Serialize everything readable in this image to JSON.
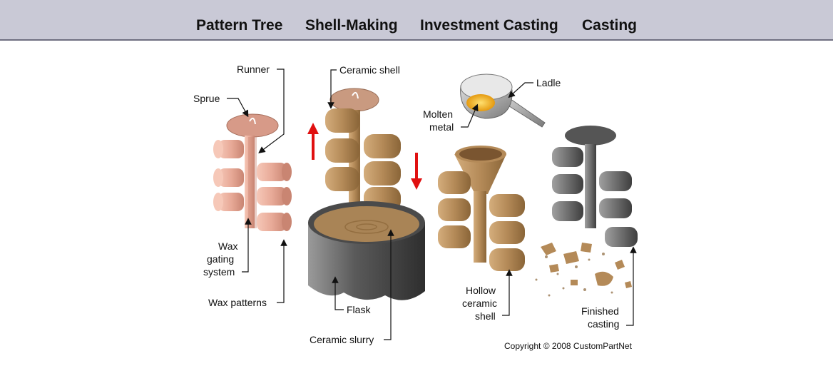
{
  "header": {
    "stages": [
      "Pattern Tree",
      "Shell-Making",
      "Investment Casting",
      "Casting"
    ]
  },
  "labels": {
    "runner": "Runner",
    "sprue": "Sprue",
    "wax_gating_1": "Wax",
    "wax_gating_2": "gating",
    "wax_gating_3": "system",
    "wax_patterns": "Wax patterns",
    "ceramic_shell": "Ceramic shell",
    "flask": "Flask",
    "ceramic_slurry": "Ceramic slurry",
    "ladle": "Ladle",
    "molten_1": "Molten",
    "molten_2": "metal",
    "hollow_1": "Hollow",
    "hollow_2": "ceramic",
    "hollow_3": "shell",
    "finished_1": "Finished",
    "finished_2": "casting"
  },
  "copyright": "Copyright © 2008 CustomPartNet",
  "colors": {
    "header_bg": "#c9c9d6",
    "wax": "#e8aa98",
    "ceramic": "#b48a58",
    "metal": "#6b6b6b",
    "molten": "#f2b01c",
    "arrow": "#e01010"
  }
}
